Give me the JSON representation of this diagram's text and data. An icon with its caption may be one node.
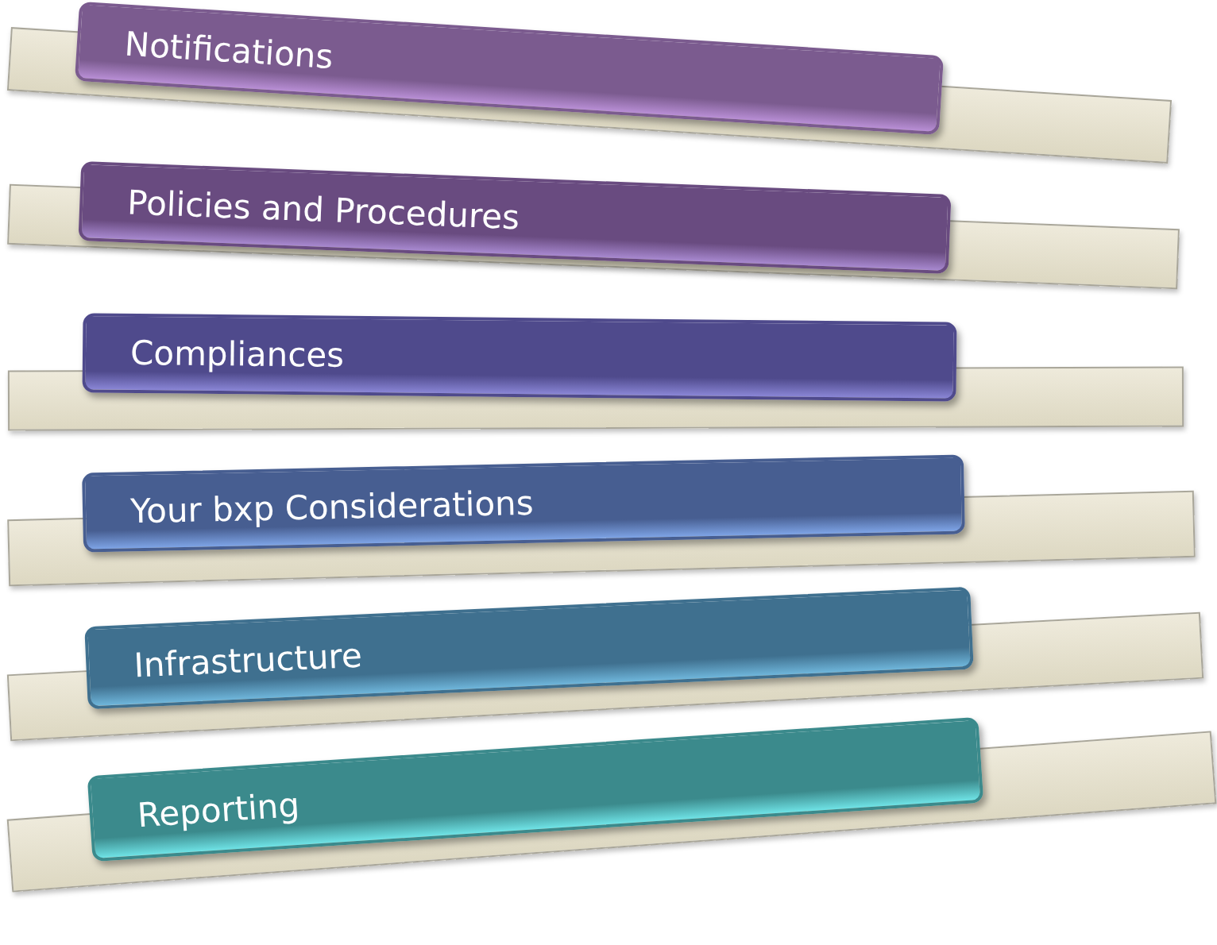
{
  "diagram": {
    "nodes": [
      {
        "text": [
          "Notifications"
        ]
      },
      {
        "text": [
          "Policies and Procedures"
        ]
      },
      {
        "text": [
          "Compliances"
        ]
      },
      {
        "text": [
          "Your bxp Considerations"
        ]
      },
      {
        "text": [
          "Infrastructure"
        ]
      },
      {
        "text": [
          "Reporting"
        ]
      }
    ]
  }
}
